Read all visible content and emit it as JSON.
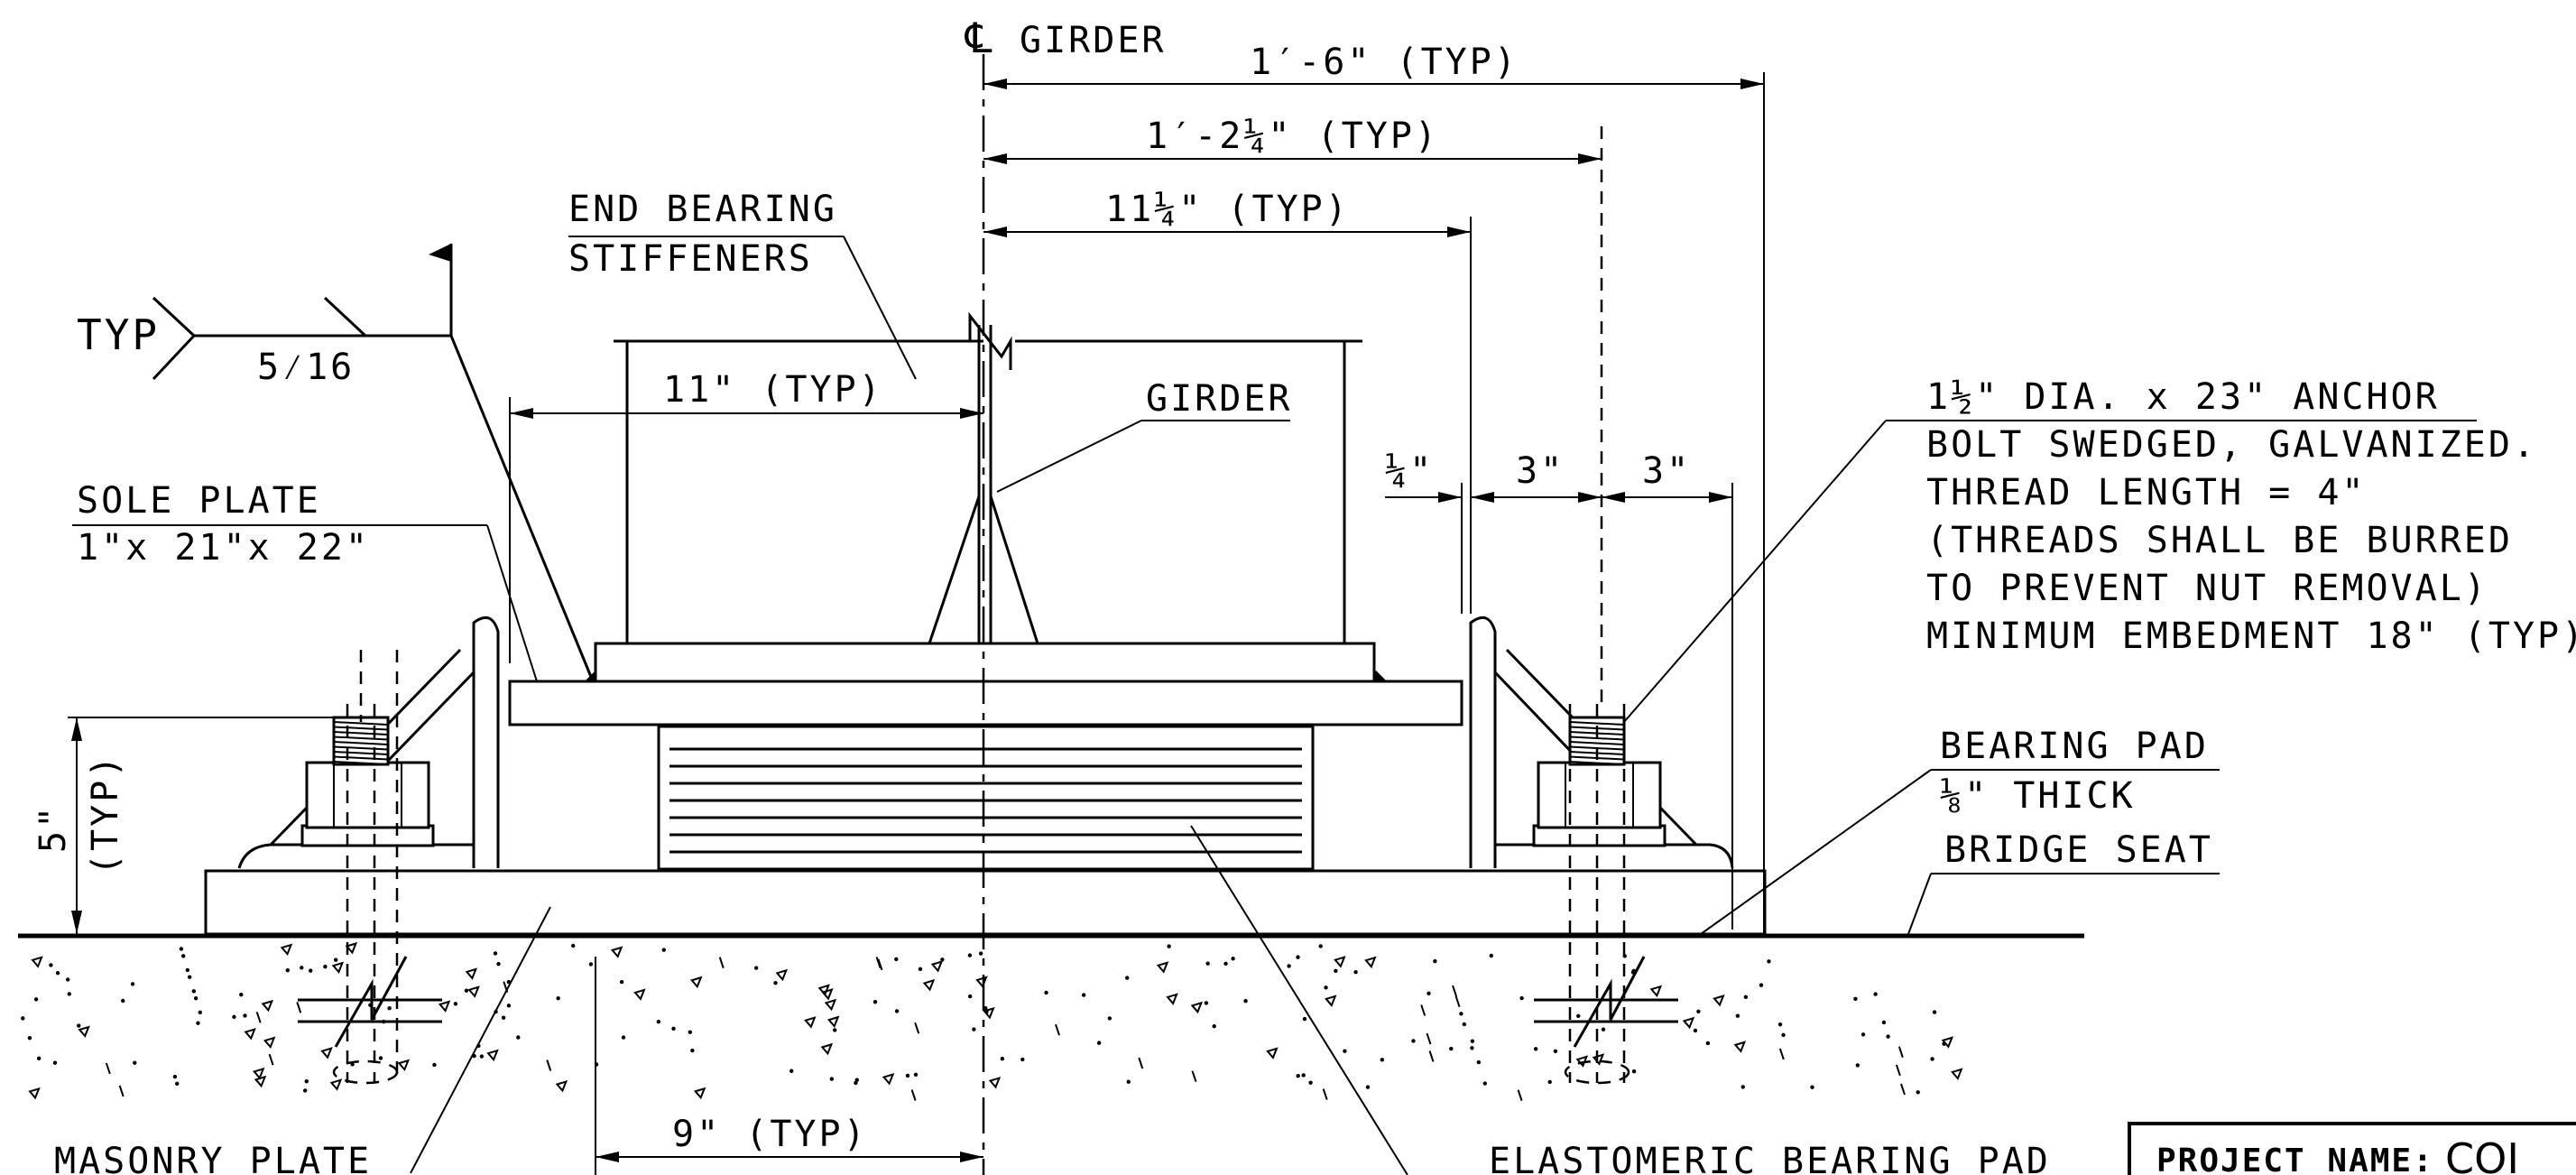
{
  "drawing": {
    "centerline_symbol": "℄",
    "centerline_label": "GIRDER",
    "dims": {
      "d_1_6": "1′-6\" (TYP)",
      "d_1_2_1_4": "1′-2¼\" (TYP)",
      "d_11_1_4": "11¼\" (TYP)",
      "d_11": "11\" (TYP)",
      "d_quarter": "¼\"",
      "d_3a": "3\"",
      "d_3b": "3\"",
      "d_5": "5\"",
      "d_5_typ": "(TYP)",
      "d_9": "9\" (TYP)"
    },
    "weld": {
      "typ": "TYP",
      "size": "5⁄16"
    },
    "labels": {
      "end_bearing_1": "END BEARING",
      "end_bearing_2": "STIFFENERS",
      "girder": "GIRDER",
      "sole_plate_1": "SOLE PLATE",
      "sole_plate_2": "1\"x 21\"x 22\"",
      "anchor_1": "1½\" DIA. x 23\" ANCHOR",
      "anchor_2": "BOLT SWEDGED, GALVANIZED.",
      "anchor_3": "THREAD LENGTH = 4\"",
      "anchor_4": "(THREADS SHALL BE BURRED",
      "anchor_5": "TO PREVENT NUT REMOVAL)",
      "anchor_6": "MINIMUM EMBEDMENT 18\" (TYP)",
      "bearing_pad_1": "BEARING PAD",
      "bearing_pad_2": "⅛\" THICK",
      "bridge_seat": "BRIDGE SEAT",
      "masonry_plate": "MASONRY PLATE",
      "elastomeric": "ELASTOMERIC BEARING PAD"
    },
    "title_block": {
      "project_name_label": "PROJECT NAME:",
      "project_name_value": "COI"
    }
  }
}
